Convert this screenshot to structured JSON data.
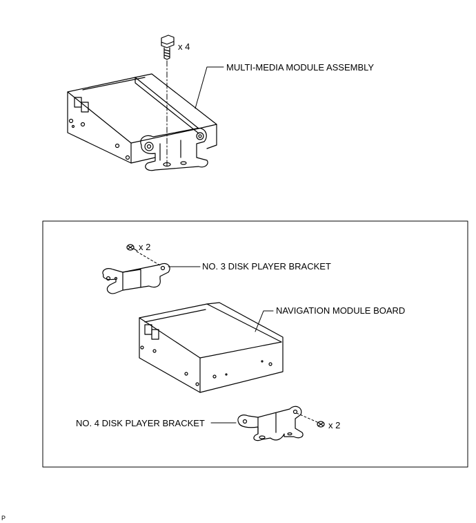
{
  "labels": {
    "multimedia_module": "MULTI-MEDIA MODULE ASSEMBLY",
    "bracket_no3": "NO. 3 DISK PLAYER BRACKET",
    "navigation_board": "NAVIGATION MODULE BOARD",
    "bracket_no4": "NO. 4 DISK PLAYER BRACKET"
  },
  "quantities": {
    "top_bolts": "x 4",
    "bracket_no3_screws": "x 2",
    "bracket_no4_screws": "x 2"
  },
  "figure_code": "P"
}
